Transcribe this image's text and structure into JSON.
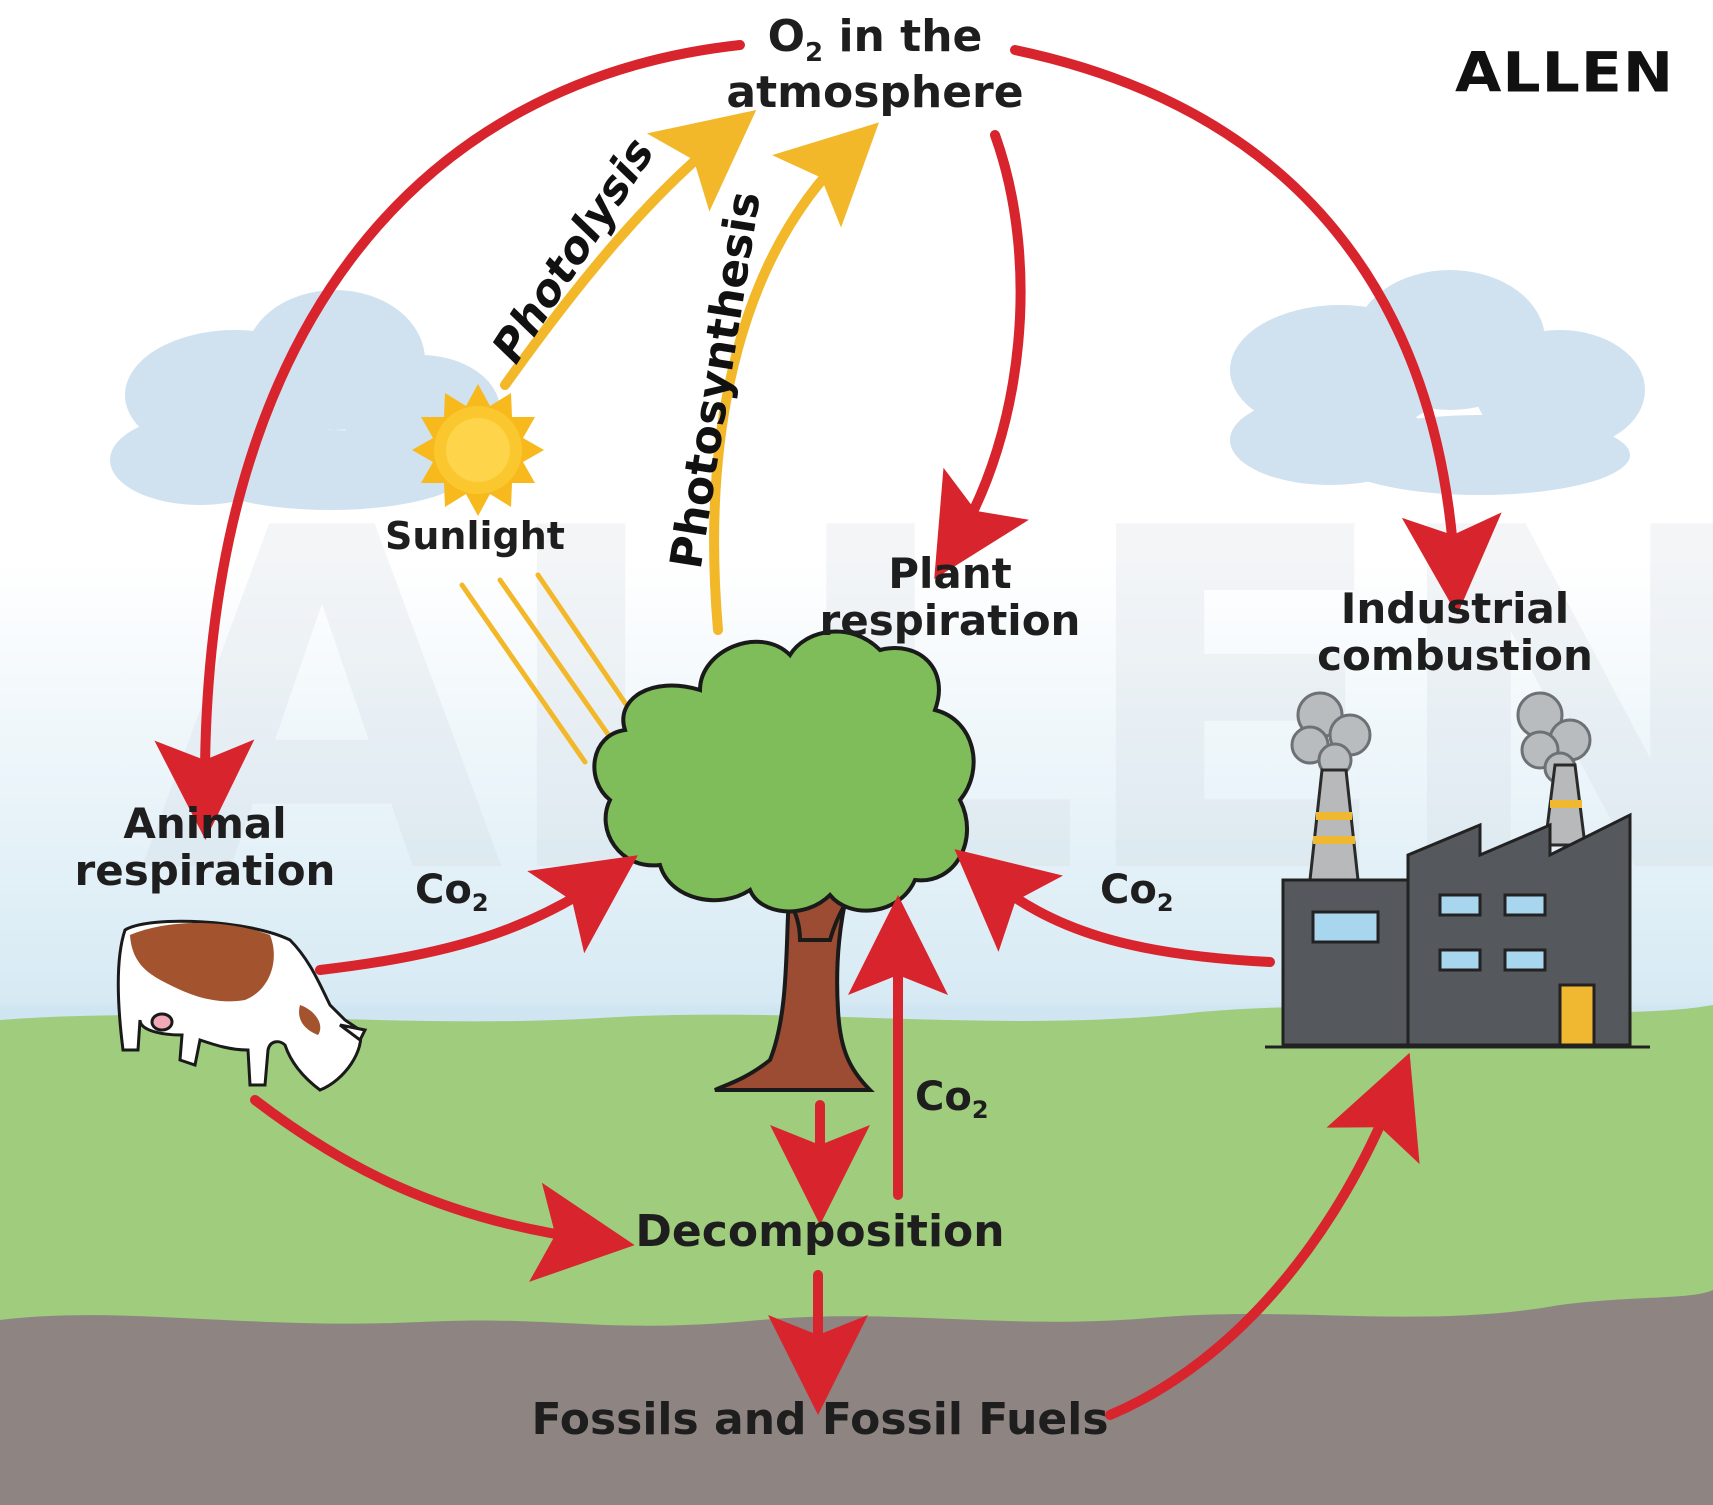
{
  "brand": {
    "logo_text": "ALLEN",
    "watermark_text": "ALLEN"
  },
  "labels": {
    "atmosphere_line1_prefix": "O",
    "atmosphere_line1_sub": "2",
    "atmosphere_line1_suffix": " in the",
    "atmosphere_line2": "atmosphere",
    "photolysis": "Photolysis",
    "photosynthesis": "Photosynthesis",
    "sunlight": "Sunlight",
    "plant_resp_line1": "Plant",
    "plant_resp_line2": "respiration",
    "industrial_line1": "Industrial",
    "industrial_line2": "combustion",
    "animal_line1": "Animal",
    "animal_line2": "respiration",
    "decomposition": "Decomposition",
    "fossils": "Fossils and Fossil Fuels",
    "co2_main": "Co",
    "co2_sub": "2"
  },
  "icons": [
    "sun-icon",
    "tree-icon",
    "cow-icon",
    "factory-icon",
    "cloud-icon",
    "smoke-icon"
  ],
  "colors": {
    "arrow_red": "#d8242c",
    "arrow_yellow": "#f2b82a",
    "grass": "#9fcc7d",
    "soil": "#8e8583",
    "sky": "#cfe5f2",
    "tree_leaves": "#7fbd5a",
    "tree_trunk": "#9b4c33",
    "factory": "#55585c",
    "window": "#a9d6ef",
    "door": "#f0b731"
  }
}
